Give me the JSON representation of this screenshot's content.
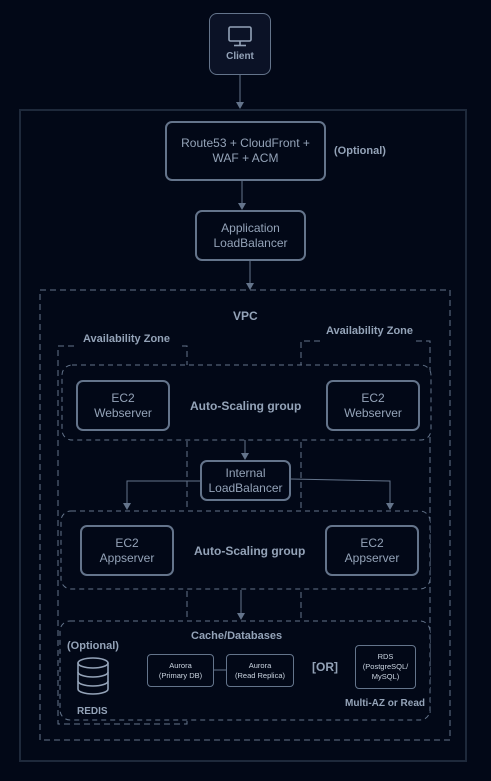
{
  "colors": {
    "background": "#020817",
    "stroke": "#64748b",
    "text": "#94a3b8",
    "boundary": "#1e293b"
  },
  "client": {
    "icon": "monitor-icon",
    "label": "Client"
  },
  "edge": {
    "line1": "Route53 + CloudFront +",
    "line2": "WAF + ACM",
    "optional": "(Optional)"
  },
  "alb": {
    "line1": "Application",
    "line2": "LoadBalancer"
  },
  "vpc": {
    "label": "VPC"
  },
  "zones": {
    "left": "Availability Zone",
    "right": "Availability Zone"
  },
  "web_tier": {
    "group_label": "Auto-Scaling group",
    "left": {
      "line1": "EC2",
      "line2": "Webserver"
    },
    "right": {
      "line1": "EC2",
      "line2": "Webserver"
    }
  },
  "internal_lb": {
    "line1": "Internal",
    "line2": "LoadBalancer"
  },
  "app_tier": {
    "group_label": "Auto-Scaling group",
    "left": {
      "line1": "EC2",
      "line2": "Appserver"
    },
    "right": {
      "line1": "EC2",
      "line2": "Appserver"
    }
  },
  "data_tier": {
    "title": "Cache/Databases",
    "redis_optional": "(Optional)",
    "redis_icon": "database-icon",
    "redis_label": "REDIS",
    "aurora_primary": {
      "line1": "Aurora",
      "line2": "(Primary DB)"
    },
    "aurora_replica": {
      "line1": "Aurora",
      "line2": "(Read Replica)"
    },
    "or": "[OR]",
    "rds": {
      "line1": "RDS",
      "line2": "(PostgreSQL/",
      "line3": "MySQL)"
    },
    "footer": "Multi-AZ or Read"
  }
}
